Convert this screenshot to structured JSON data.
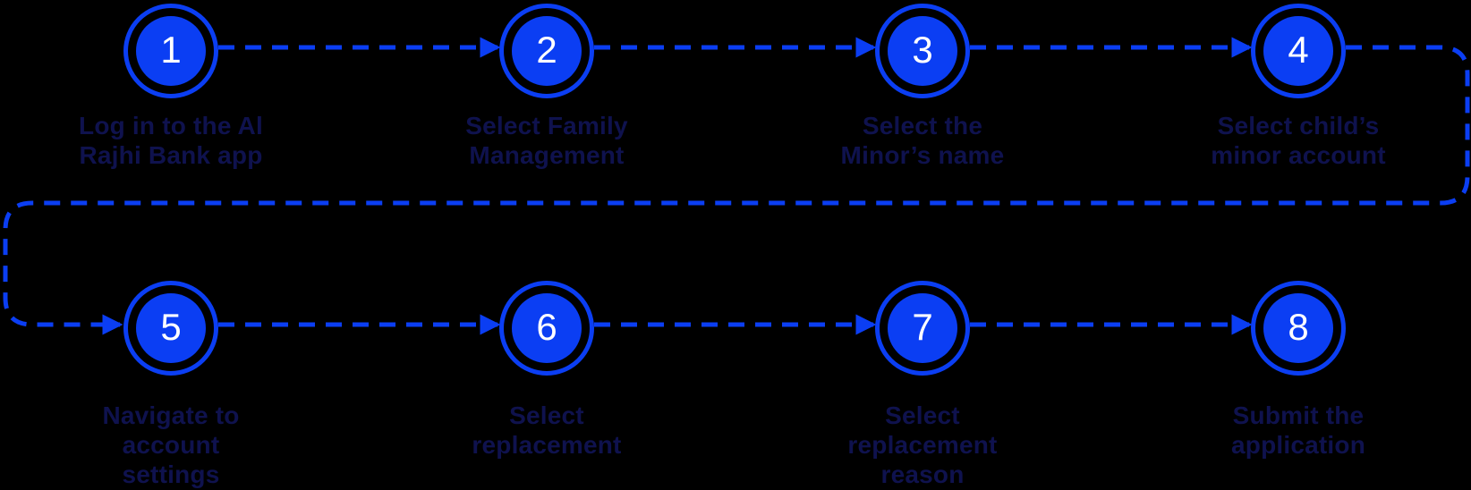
{
  "diagram": {
    "type": "process-flow",
    "description": "8-step numbered flow with dashed arrow connectors wrapping from top row to bottom row",
    "colors": {
      "accent_blue": "#0b3ef3",
      "label_navy": "#0f124e",
      "number_text": "#ffffff",
      "background": "#000000"
    },
    "steps": [
      {
        "number": "1",
        "label": "Log in to the Al\nRajhi Bank app"
      },
      {
        "number": "2",
        "label": "Select Family\nManagement"
      },
      {
        "number": "3",
        "label": "Select the\nMinor’s name"
      },
      {
        "number": "4",
        "label": "Select child’s\nminor account"
      },
      {
        "number": "5",
        "label": "Navigate to\naccount\nsettings"
      },
      {
        "number": "6",
        "label": "Select\nreplacement"
      },
      {
        "number": "7",
        "label": "Select\nreplacement\nreason"
      },
      {
        "number": "8",
        "label": "Submit the\napplication"
      }
    ]
  }
}
